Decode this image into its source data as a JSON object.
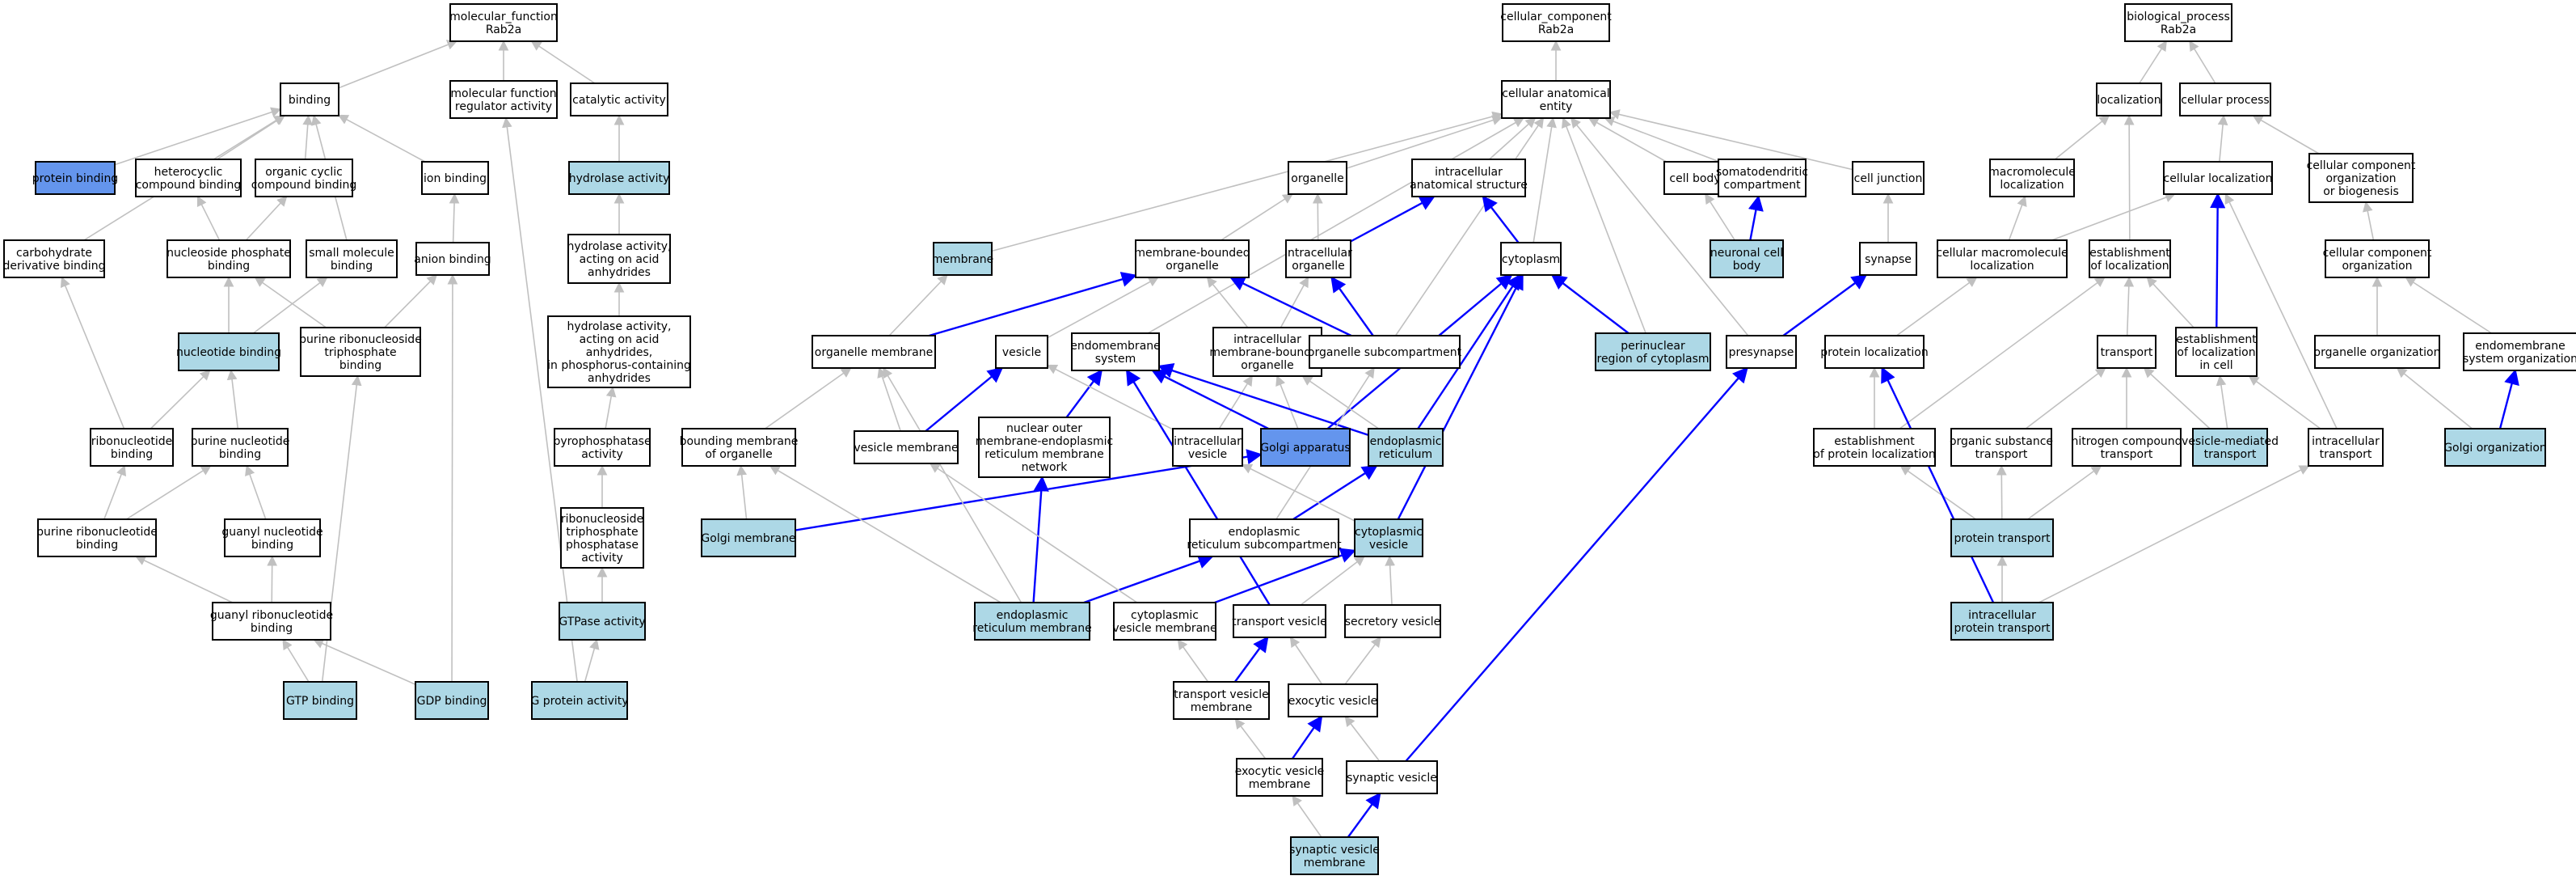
{
  "colors": {
    "plain": "#ffffff",
    "light": "#add8e6",
    "strong": "#6495ed",
    "edge_grey": "#c0c0c0",
    "edge_blue": "#0000ff"
  },
  "nodes": [
    {
      "id": "mf_root",
      "text": "molecular_function\nRab2a",
      "fill": "plain"
    },
    {
      "id": "cc_root",
      "text": "cellular_component\nRab2a",
      "fill": "plain"
    },
    {
      "id": "bp_root",
      "text": "biological_process\nRab2a",
      "fill": "plain"
    },
    {
      "id": "binding",
      "text": "binding",
      "fill": "plain"
    },
    {
      "id": "mfra",
      "text": "molecular function\nregulator activity",
      "fill": "plain"
    },
    {
      "id": "catalytic",
      "text": "catalytic activity",
      "fill": "plain"
    },
    {
      "id": "cae",
      "text": "cellular anatomical\nentity",
      "fill": "plain"
    },
    {
      "id": "localization",
      "text": "localization",
      "fill": "plain"
    },
    {
      "id": "cellproc",
      "text": "cellular process",
      "fill": "plain"
    },
    {
      "id": "protbind",
      "text": "protein binding",
      "fill": "strong"
    },
    {
      "id": "hetero",
      "text": "heterocyclic\ncompound binding",
      "fill": "plain"
    },
    {
      "id": "organcyc",
      "text": "organic cyclic\ncompound binding",
      "fill": "plain"
    },
    {
      "id": "ionbind",
      "text": "ion binding",
      "fill": "plain"
    },
    {
      "id": "hydrolase",
      "text": "hydrolase activity",
      "fill": "light"
    },
    {
      "id": "organelle",
      "text": "organelle",
      "fill": "plain"
    },
    {
      "id": "ias",
      "text": "intracellular\nanatomical structure",
      "fill": "plain"
    },
    {
      "id": "cellbody",
      "text": "cell body",
      "fill": "plain"
    },
    {
      "id": "somato",
      "text": "somatodendritic\ncompartment",
      "fill": "plain"
    },
    {
      "id": "celljunc",
      "text": "cell junction",
      "fill": "plain"
    },
    {
      "id": "macroloc",
      "text": "macromolecule\nlocalization",
      "fill": "plain"
    },
    {
      "id": "cellloc",
      "text": "cellular localization",
      "fill": "plain"
    },
    {
      "id": "ccorg",
      "text": "cellular component\norganization\nor biogenesis",
      "fill": "plain"
    },
    {
      "id": "carbo",
      "text": "carbohydrate\nderivative binding",
      "fill": "plain"
    },
    {
      "id": "nucphos",
      "text": "nucleoside phosphate\nbinding",
      "fill": "plain"
    },
    {
      "id": "smallmol",
      "text": "small molecule\nbinding",
      "fill": "plain"
    },
    {
      "id": "anion",
      "text": "anion binding",
      "fill": "plain"
    },
    {
      "id": "hydacid",
      "text": "hydrolase activity,\nacting on acid\nanhydrides",
      "fill": "plain"
    },
    {
      "id": "membrane",
      "text": "membrane",
      "fill": "light"
    },
    {
      "id": "mbo",
      "text": "membrane-bounded\norganelle",
      "fill": "plain"
    },
    {
      "id": "intorg",
      "text": "intracellular\norganelle",
      "fill": "plain"
    },
    {
      "id": "cytoplasm",
      "text": "cytoplasm",
      "fill": "plain"
    },
    {
      "id": "neurbody",
      "text": "neuronal cell\nbody",
      "fill": "light"
    },
    {
      "id": "synapse",
      "text": "synapse",
      "fill": "plain"
    },
    {
      "id": "cmacroloc",
      "text": "cellular macromolecule\nlocalization",
      "fill": "plain"
    },
    {
      "id": "estloc",
      "text": "establishment\nof localization",
      "fill": "plain"
    },
    {
      "id": "ccorg2",
      "text": "cellular component\norganization",
      "fill": "plain"
    },
    {
      "id": "nucbind",
      "text": "nucleotide binding",
      "fill": "light"
    },
    {
      "id": "purribotri",
      "text": "purine ribonucleoside\ntriphosphate\nbinding",
      "fill": "plain"
    },
    {
      "id": "hydacidp",
      "text": "hydrolase activity,\nacting on acid\nanhydrides,\nin phosphorus-containing\nanhydrides",
      "fill": "plain"
    },
    {
      "id": "orgmem",
      "text": "organelle membrane",
      "fill": "plain"
    },
    {
      "id": "vesicle",
      "text": "vesicle",
      "fill": "plain"
    },
    {
      "id": "endomem",
      "text": "endomembrane\nsystem",
      "fill": "plain"
    },
    {
      "id": "imbo",
      "text": "intracellular\nmembrane-bounded\norganelle",
      "fill": "plain"
    },
    {
      "id": "orgsub",
      "text": "organelle subcompartment",
      "fill": "plain"
    },
    {
      "id": "perinuc",
      "text": "perinuclear\nregion of cytoplasm",
      "fill": "light"
    },
    {
      "id": "presyn",
      "text": "presynapse",
      "fill": "plain"
    },
    {
      "id": "protloc",
      "text": "protein localization",
      "fill": "plain"
    },
    {
      "id": "transport",
      "text": "transport",
      "fill": "plain"
    },
    {
      "id": "estloccell",
      "text": "establishment\nof localization\nin cell",
      "fill": "plain"
    },
    {
      "id": "orgorg",
      "text": "organelle organization",
      "fill": "plain"
    },
    {
      "id": "endomemorg",
      "text": "endomembrane\nsystem organization",
      "fill": "plain"
    },
    {
      "id": "ribonuc",
      "text": "ribonucleotide\nbinding",
      "fill": "plain"
    },
    {
      "id": "purnuc",
      "text": "purine nucleotide\nbinding",
      "fill": "plain"
    },
    {
      "id": "pyrophos",
      "text": "pyrophosphatase\nactivity",
      "fill": "plain"
    },
    {
      "id": "boundmem",
      "text": "bounding membrane\nof organelle",
      "fill": "plain"
    },
    {
      "id": "vesmem",
      "text": "vesicle membrane",
      "fill": "plain"
    },
    {
      "id": "nuclouter",
      "text": "nuclear outer\nmembrane-endoplasmic\nreticulum membrane\nnetwork",
      "fill": "plain"
    },
    {
      "id": "intves",
      "text": "intracellular\nvesicle",
      "fill": "plain"
    },
    {
      "id": "golgi",
      "text": "Golgi apparatus",
      "fill": "strong"
    },
    {
      "id": "er",
      "text": "endoplasmic\nreticulum",
      "fill": "light"
    },
    {
      "id": "estprotloc",
      "text": "establishment\nof protein localization",
      "fill": "plain"
    },
    {
      "id": "orgsubtrans",
      "text": "organic substance\ntransport",
      "fill": "plain"
    },
    {
      "id": "nitrotrans",
      "text": "nitrogen compound\ntransport",
      "fill": "plain"
    },
    {
      "id": "vesmedtrans",
      "text": "vesicle-mediated\ntransport",
      "fill": "light"
    },
    {
      "id": "inttrans",
      "text": "intracellular\ntransport",
      "fill": "plain"
    },
    {
      "id": "golgiorg",
      "text": "Golgi organization",
      "fill": "light"
    },
    {
      "id": "purribo",
      "text": "purine ribonucleotide\nbinding",
      "fill": "plain"
    },
    {
      "id": "guanylnuc",
      "text": "guanyl nucleotide\nbinding",
      "fill": "plain"
    },
    {
      "id": "ribotri",
      "text": "ribonucleoside\ntriphosphate\nphosphatase\nactivity",
      "fill": "plain"
    },
    {
      "id": "golgimem",
      "text": "Golgi membrane",
      "fill": "light"
    },
    {
      "id": "ersub",
      "text": "endoplasmic\nreticulum subcompartment",
      "fill": "plain"
    },
    {
      "id": "cytoves",
      "text": "cytoplasmic\nvesicle",
      "fill": "light"
    },
    {
      "id": "prottrans",
      "text": "protein transport",
      "fill": "light"
    },
    {
      "id": "guanylribo",
      "text": "guanyl ribonucleotide\nbinding",
      "fill": "plain"
    },
    {
      "id": "gtpase",
      "text": "GTPase activity",
      "fill": "light"
    },
    {
      "id": "ermem",
      "text": "endoplasmic\nreticulum membrane",
      "fill": "light"
    },
    {
      "id": "cytovesmem",
      "text": "cytoplasmic\nvesicle membrane",
      "fill": "plain"
    },
    {
      "id": "transves",
      "text": "transport vesicle",
      "fill": "plain"
    },
    {
      "id": "secves",
      "text": "secretory vesicle",
      "fill": "plain"
    },
    {
      "id": "intprottrans",
      "text": "intracellular\nprotein transport",
      "fill": "light"
    },
    {
      "id": "gtpbind",
      "text": "GTP binding",
      "fill": "light"
    },
    {
      "id": "gdpbind",
      "text": "GDP binding",
      "fill": "light"
    },
    {
      "id": "gprot",
      "text": "G protein activity",
      "fill": "light"
    },
    {
      "id": "transvesmem",
      "text": "transport vesicle\nmembrane",
      "fill": "plain"
    },
    {
      "id": "exoves",
      "text": "exocytic vesicle",
      "fill": "plain"
    },
    {
      "id": "exovesmem",
      "text": "exocytic vesicle\nmembrane",
      "fill": "plain"
    },
    {
      "id": "synves",
      "text": "synaptic vesicle",
      "fill": "plain"
    },
    {
      "id": "synvesmem",
      "text": "synaptic vesicle\nmembrane",
      "fill": "light"
    }
  ],
  "edges": [
    [
      "binding",
      "mf_root",
      "grey"
    ],
    [
      "mfra",
      "mf_root",
      "grey"
    ],
    [
      "catalytic",
      "mf_root",
      "grey"
    ],
    [
      "cae",
      "cc_root",
      "grey"
    ],
    [
      "localization",
      "bp_root",
      "grey"
    ],
    [
      "cellproc",
      "bp_root",
      "grey"
    ],
    [
      "protbind",
      "binding",
      "grey"
    ],
    [
      "hetero",
      "binding",
      "grey"
    ],
    [
      "organcyc",
      "binding",
      "grey"
    ],
    [
      "ionbind",
      "binding",
      "grey"
    ],
    [
      "carbo",
      "binding",
      "grey"
    ],
    [
      "smallmol",
      "binding",
      "grey"
    ],
    [
      "hydrolase",
      "catalytic",
      "grey"
    ],
    [
      "organelle",
      "cae",
      "grey"
    ],
    [
      "ias",
      "cae",
      "grey"
    ],
    [
      "cellbody",
      "cae",
      "grey"
    ],
    [
      "somato",
      "cae",
      "grey"
    ],
    [
      "celljunc",
      "cae",
      "grey"
    ],
    [
      "membrane",
      "cae",
      "grey"
    ],
    [
      "cytoplasm",
      "cae",
      "grey"
    ],
    [
      "perinuc",
      "cae",
      "grey"
    ],
    [
      "presyn",
      "cae",
      "grey"
    ],
    [
      "orgsub",
      "cae",
      "grey"
    ],
    [
      "endomem",
      "cae",
      "grey"
    ],
    [
      "macroloc",
      "localization",
      "grey"
    ],
    [
      "cellloc",
      "cellproc",
      "grey"
    ],
    [
      "ccorg",
      "cellproc",
      "grey"
    ],
    [
      "estloc",
      "localization",
      "grey"
    ],
    [
      "nucphos",
      "hetero",
      "grey"
    ],
    [
      "nucphos",
      "organcyc",
      "grey"
    ],
    [
      "anion",
      "ionbind",
      "grey"
    ],
    [
      "hydacid",
      "hydrolase",
      "grey"
    ],
    [
      "mbo",
      "organelle",
      "grey"
    ],
    [
      "intorg",
      "organelle",
      "grey"
    ],
    [
      "intorg",
      "ias",
      "blue"
    ],
    [
      "cytoplasm",
      "ias",
      "blue"
    ],
    [
      "neurbody",
      "cellbody",
      "grey"
    ],
    [
      "neurbody",
      "somato",
      "blue"
    ],
    [
      "synapse",
      "celljunc",
      "grey"
    ],
    [
      "cmacroloc",
      "macroloc",
      "grey"
    ],
    [
      "cmacroloc",
      "cellloc",
      "grey"
    ],
    [
      "estloccell",
      "cellloc",
      "blue"
    ],
    [
      "ccorg2",
      "ccorg",
      "grey"
    ],
    [
      "ribonuc",
      "carbo",
      "grey"
    ],
    [
      "nucbind",
      "nucphos",
      "grey"
    ],
    [
      "nucbind",
      "smallmol",
      "grey"
    ],
    [
      "purribotri",
      "anion",
      "grey"
    ],
    [
      "purribotri",
      "nucphos",
      "grey"
    ],
    [
      "hydacidp",
      "hydacid",
      "grey"
    ],
    [
      "orgmem",
      "membrane",
      "grey"
    ],
    [
      "orgmem",
      "mbo",
      "blue"
    ],
    [
      "vesicle",
      "mbo",
      "grey"
    ],
    [
      "imbo",
      "mbo",
      "grey"
    ],
    [
      "imbo",
      "intorg",
      "grey"
    ],
    [
      "orgsub",
      "mbo",
      "blue"
    ],
    [
      "orgsub",
      "intorg",
      "blue"
    ],
    [
      "perinuc",
      "cytoplasm",
      "blue"
    ],
    [
      "presyn",
      "synapse",
      "blue"
    ],
    [
      "protloc",
      "cmacroloc",
      "grey"
    ],
    [
      "transport",
      "estloc",
      "grey"
    ],
    [
      "estloccell",
      "estloc",
      "grey"
    ],
    [
      "orgorg",
      "ccorg2",
      "grey"
    ],
    [
      "endomemorg",
      "ccorg2",
      "grey"
    ],
    [
      "ribonuc",
      "nucbind",
      "grey"
    ],
    [
      "purnuc",
      "nucbind",
      "grey"
    ],
    [
      "pyrophos",
      "hydacidp",
      "grey"
    ],
    [
      "boundmem",
      "orgmem",
      "grey"
    ],
    [
      "vesmem",
      "orgmem",
      "grey"
    ],
    [
      "vesmem",
      "vesicle",
      "blue"
    ],
    [
      "nuclouter",
      "endomem",
      "blue"
    ],
    [
      "intves",
      "vesicle",
      "grey"
    ],
    [
      "intves",
      "imbo",
      "grey"
    ],
    [
      "golgi",
      "endomem",
      "blue"
    ],
    [
      "golgi",
      "imbo",
      "grey"
    ],
    [
      "golgi",
      "cytoplasm",
      "blue"
    ],
    [
      "er",
      "endomem",
      "blue"
    ],
    [
      "er",
      "imbo",
      "grey"
    ],
    [
      "er",
      "cytoplasm",
      "blue"
    ],
    [
      "estprotloc",
      "protloc",
      "grey"
    ],
    [
      "estprotloc",
      "estloc",
      "grey"
    ],
    [
      "orgsubtrans",
      "transport",
      "grey"
    ],
    [
      "nitrotrans",
      "transport",
      "grey"
    ],
    [
      "vesmedtrans",
      "transport",
      "grey"
    ],
    [
      "vesmedtrans",
      "estloccell",
      "grey"
    ],
    [
      "inttrans",
      "estloccell",
      "grey"
    ],
    [
      "inttrans",
      "cellloc",
      "grey"
    ],
    [
      "golgiorg",
      "orgorg",
      "grey"
    ],
    [
      "golgiorg",
      "endomemorg",
      "blue"
    ],
    [
      "purribo",
      "ribonuc",
      "grey"
    ],
    [
      "purribo",
      "purnuc",
      "grey"
    ],
    [
      "guanylnuc",
      "purnuc",
      "grey"
    ],
    [
      "ribotri",
      "pyrophos",
      "grey"
    ],
    [
      "golgimem",
      "boundmem",
      "grey"
    ],
    [
      "golgimem",
      "golgi",
      "blue"
    ],
    [
      "ersub",
      "er",
      "blue"
    ],
    [
      "ersub",
      "orgsub",
      "grey"
    ],
    [
      "cytoves",
      "intves",
      "grey"
    ],
    [
      "cytoves",
      "cytoplasm",
      "blue"
    ],
    [
      "prottrans",
      "orgsubtrans",
      "grey"
    ],
    [
      "prottrans",
      "nitrotrans",
      "grey"
    ],
    [
      "prottrans",
      "estprotloc",
      "grey"
    ],
    [
      "guanylribo",
      "purribo",
      "grey"
    ],
    [
      "guanylribo",
      "guanylnuc",
      "grey"
    ],
    [
      "gtpase",
      "ribotri",
      "grey"
    ],
    [
      "ermem",
      "ersub",
      "blue"
    ],
    [
      "ermem",
      "nuclouter",
      "blue"
    ],
    [
      "ermem",
      "boundmem",
      "grey"
    ],
    [
      "ermem",
      "orgmem",
      "grey"
    ],
    [
      "cytovesmem",
      "vesmem",
      "grey"
    ],
    [
      "cytovesmem",
      "cytoves",
      "blue"
    ],
    [
      "transves",
      "cytoves",
      "grey"
    ],
    [
      "transves",
      "endomem",
      "blue"
    ],
    [
      "secves",
      "cytoves",
      "grey"
    ],
    [
      "intprottrans",
      "prottrans",
      "grey"
    ],
    [
      "intprottrans",
      "inttrans",
      "grey"
    ],
    [
      "intprottrans",
      "protloc",
      "blue"
    ],
    [
      "gtpbind",
      "guanylribo",
      "grey"
    ],
    [
      "gtpbind",
      "purribotri",
      "grey"
    ],
    [
      "gdpbind",
      "guanylribo",
      "grey"
    ],
    [
      "gdpbind",
      "anion",
      "grey"
    ],
    [
      "gprot",
      "gtpase",
      "grey"
    ],
    [
      "gprot",
      "mfra",
      "grey"
    ],
    [
      "transvesmem",
      "transves",
      "blue"
    ],
    [
      "transvesmem",
      "cytovesmem",
      "grey"
    ],
    [
      "exoves",
      "transves",
      "grey"
    ],
    [
      "exoves",
      "secves",
      "grey"
    ],
    [
      "exovesmem",
      "exoves",
      "blue"
    ],
    [
      "exovesmem",
      "transvesmem",
      "grey"
    ],
    [
      "synves",
      "exoves",
      "grey"
    ],
    [
      "synves",
      "presyn",
      "blue"
    ],
    [
      "synvesmem",
      "synves",
      "blue"
    ],
    [
      "synvesmem",
      "exovesmem",
      "grey"
    ]
  ]
}
